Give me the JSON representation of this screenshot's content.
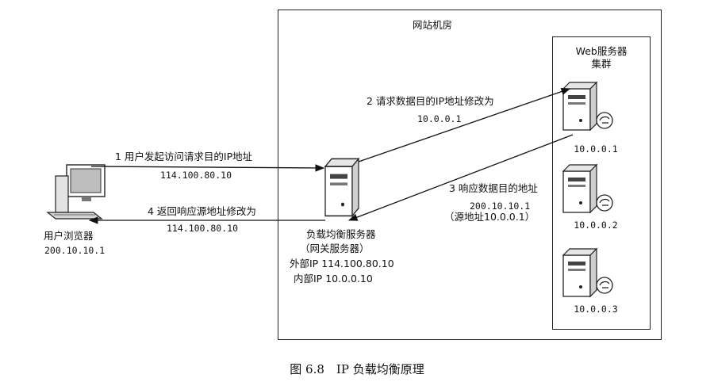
{
  "datacenter": {
    "title": "网站机房"
  },
  "web_cluster": {
    "title_line1": "Web服务器",
    "title_line2": "集群"
  },
  "client": {
    "label": "用户浏览器",
    "ip": "200.10.10.1"
  },
  "load_balancer": {
    "label": "负载均衡服务器",
    "sub_label": "（网关服务器）",
    "external_ip": "外部IP 114.100.80.10",
    "internal_ip": "内部IP 10.0.0.10"
  },
  "servers": [
    {
      "ip": "10.0.0.1"
    },
    {
      "ip": "10.0.0.2"
    },
    {
      "ip": "10.0.0.3"
    }
  ],
  "steps": [
    {
      "label": "1 用户发起访问请求目的IP地址",
      "value": "114.100.80.10"
    },
    {
      "label": "2 请求数据目的IP地址修改为",
      "value": "10.0.0.1"
    },
    {
      "label": "3 响应数据目的地址",
      "value": "200.10.10.1",
      "note": "（源地址10.0.0.1）"
    },
    {
      "label": "4 返回响应源地址修改为",
      "value": "114.100.80.10"
    }
  ],
  "caption": "图 6.8　IP 负载均衡原理"
}
